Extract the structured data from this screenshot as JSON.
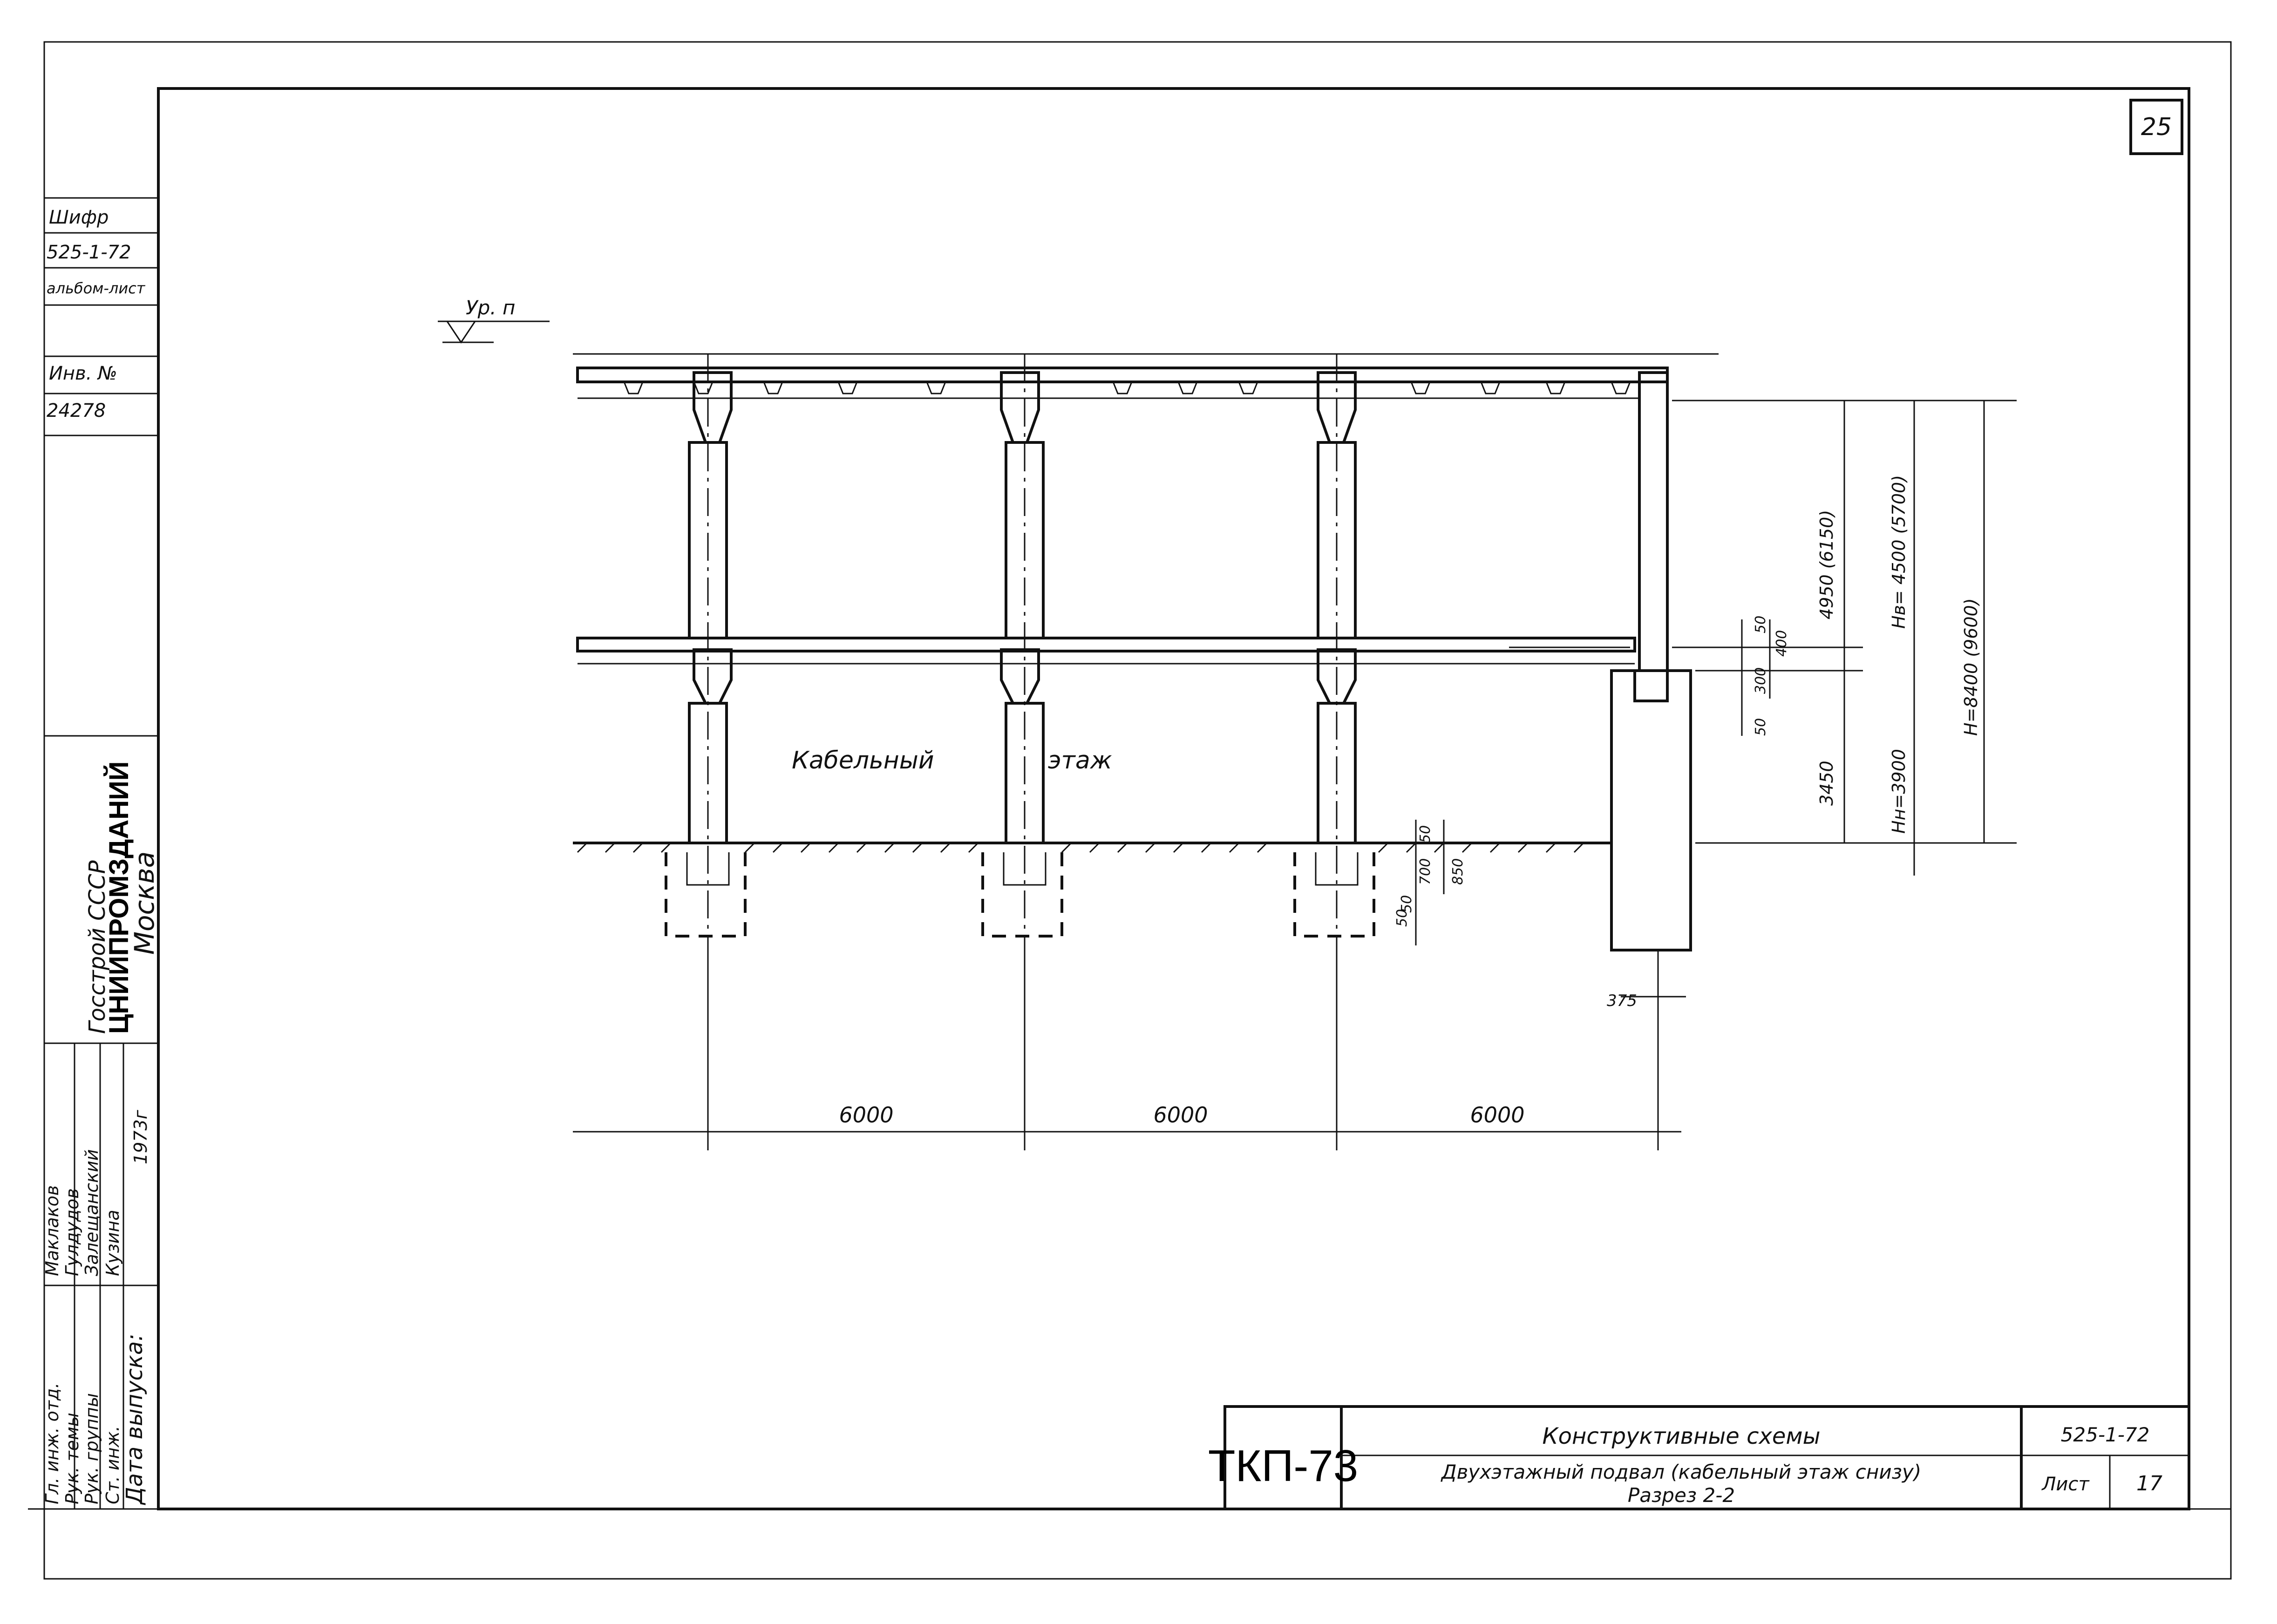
{
  "page_number": "25",
  "stamp": {
    "cipher_label": "Шифр",
    "cipher_value": "525-1-72",
    "album_sheet": "альбом-лист",
    "inv_label": "Инв. №",
    "inv_value": "24278",
    "org_ministry": "Госстрой СССР",
    "org_name": "ЦНИИПРОМЗДАНИЙ",
    "org_city": "Москва",
    "roles": [
      "Гл. инж. отд.",
      "Рук. темы",
      "Рук. группы",
      "Ст. инж.",
      "Дата выпуска:"
    ],
    "names": [
      "Маклаков",
      "Гулдудов",
      "Залещанский",
      "Кузина",
      "1973г"
    ]
  },
  "title_block": {
    "code": "ТКП-73",
    "title_line1": "Конструктивные схемы",
    "title_line2": "Двухэтажный подвал (кабельный этаж снизу)",
    "title_line3": "Разрез 2-2",
    "series": "525-1-72",
    "sheet_label": "Лист",
    "sheet_value": "17"
  },
  "drawing": {
    "floor_level_label": "Ур. п",
    "cable_floor_label_1": "Кабельный",
    "cable_floor_label_2": "этаж",
    "bay_spans": [
      "6000",
      "6000",
      "6000"
    ],
    "wall_thickness": "375",
    "dim_right": {
      "upper_storey": "4950 (6150)",
      "h_upper": "Hв= 4500 (5700)",
      "h_total": "H=8400 (9600)",
      "lower_storey": "3450",
      "h_lower": "Hн=3900",
      "slab_a": "50",
      "slab_b": "400",
      "slab_c": "300",
      "slab_d": "50"
    },
    "footing_dims": {
      "a": "50",
      "b": "700",
      "c": "50",
      "d": "850",
      "e": "50"
    }
  }
}
